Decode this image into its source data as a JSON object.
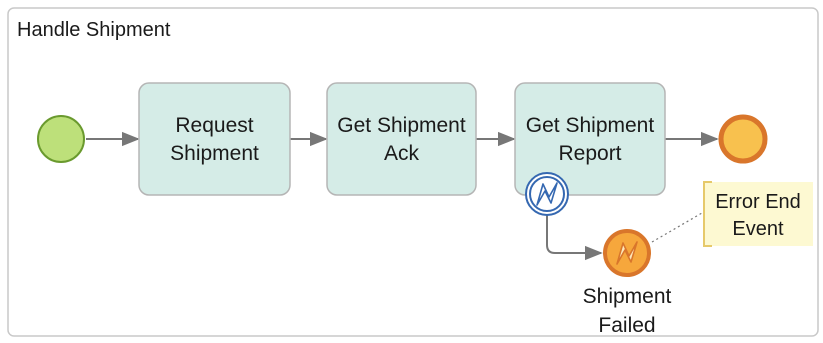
{
  "pool": {
    "label": "Handle Shipment"
  },
  "tasks": [
    {
      "id": "request",
      "lines": [
        "Request",
        "Shipment"
      ]
    },
    {
      "id": "ack",
      "lines": [
        "Get Shipment",
        "Ack"
      ]
    },
    {
      "id": "report",
      "lines": [
        "Get Shipment",
        "Report"
      ]
    }
  ],
  "events": {
    "start": {
      "type": "start"
    },
    "end": {
      "type": "end"
    },
    "boundary_error": {
      "type": "boundary-error",
      "icon": "lightning-icon"
    },
    "error_end": {
      "type": "error-end",
      "icon": "lightning-icon",
      "label": [
        "Shipment",
        "Failed"
      ]
    }
  },
  "annotation": {
    "lines": [
      "Error End",
      "Event"
    ]
  },
  "colors": {
    "task_fill": "#d5ece7",
    "task_stroke": "#b5b5b5",
    "start_fill": "#bde07a",
    "start_stroke": "#6a9a2e",
    "end_fill": "#f8c14e",
    "end_stroke": "#d9762b",
    "error_fill": "#f6a73c",
    "error_stroke": "#d9762b",
    "boundary_stroke": "#3568b1",
    "annotation_fill": "#fdf9d2",
    "annotation_stroke": "#e6c96a",
    "flow": "#777777"
  }
}
